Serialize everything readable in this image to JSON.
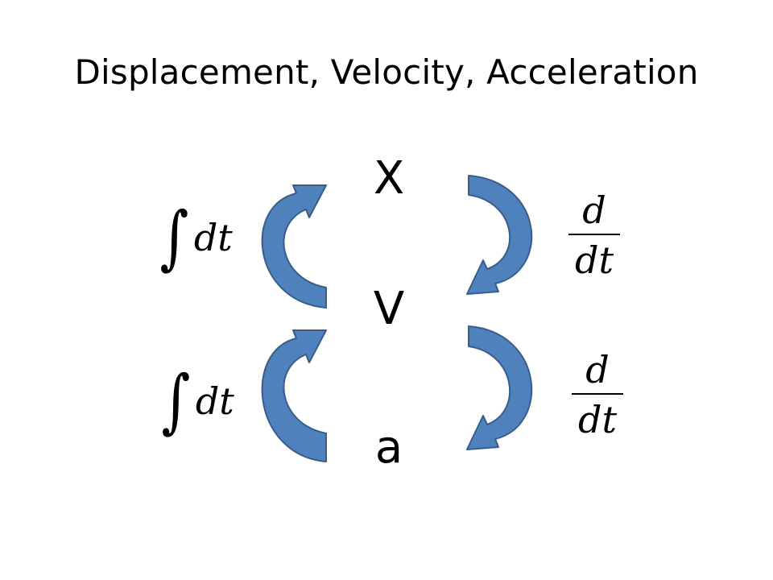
{
  "slide": {
    "title": "Displacement, Velocity, Acceleration"
  },
  "variables": {
    "x": "X",
    "v": "V",
    "a": "a"
  },
  "operators": {
    "integral_top": {
      "sign": "∫",
      "body": "dt"
    },
    "integral_bottom": {
      "sign": "∫",
      "body": "dt"
    },
    "derivative_top": {
      "numerator": "d",
      "denominator": "dt"
    },
    "derivative_bottom": {
      "numerator": "d",
      "denominator": "dt"
    }
  },
  "colors": {
    "arrow_fill": "#4F81BD",
    "arrow_stroke": "#385D8A"
  }
}
